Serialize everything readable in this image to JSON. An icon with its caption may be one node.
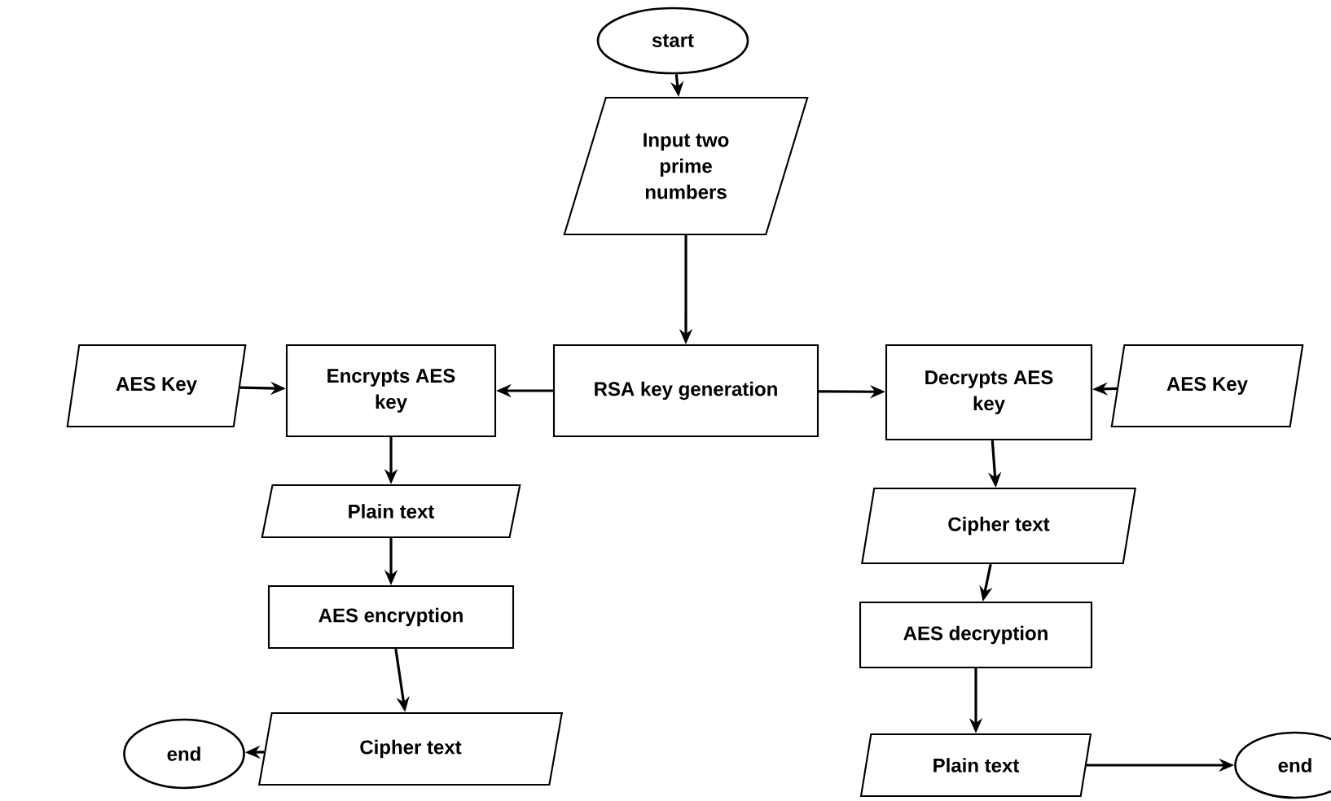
{
  "diagram": {
    "nodes": [
      {
        "text": [
          "start"
        ]
      },
      {
        "text": [
          "Input two prime numbers"
        ]
      },
      {
        "text": [
          "AES Key"
        ]
      },
      {
        "text": [
          "Encrypts AES key"
        ]
      },
      {
        "text": [
          "RSA key generation"
        ]
      },
      {
        "text": [
          "Decrypts AES key"
        ]
      },
      {
        "text": [
          "AES Key"
        ]
      },
      {
        "text": [
          "Plain text"
        ]
      },
      {
        "text": [
          "AES encryption"
        ]
      },
      {
        "text": [
          "Cipher text"
        ]
      },
      {
        "text": [
          "end"
        ]
      },
      {
        "text": [
          "Cipher text"
        ]
      },
      {
        "text": [
          "AES decryption"
        ]
      },
      {
        "text": [
          "Plain text"
        ]
      },
      {
        "text": [
          "end"
        ]
      }
    ],
    "edges": [
      {
        "from": 0,
        "to": 1,
        "arrow": "to"
      },
      {
        "from": 1,
        "to": 4,
        "arrow": "to"
      },
      {
        "from": 4,
        "to": 3,
        "arrow": "to"
      },
      {
        "from": 4,
        "to": 5,
        "arrow": "to"
      },
      {
        "from": 2,
        "to": 3,
        "arrow": "to"
      },
      {
        "from": 6,
        "to": 5,
        "arrow": "to"
      },
      {
        "from": 3,
        "to": 7,
        "arrow": "to"
      },
      {
        "from": 7,
        "to": 8,
        "arrow": "to"
      },
      {
        "from": 8,
        "to": 9,
        "arrow": "to"
      },
      {
        "from": 9,
        "to": 10,
        "arrow": "to"
      },
      {
        "from": 5,
        "to": 11,
        "arrow": "to"
      },
      {
        "from": 11,
        "to": 12,
        "arrow": "to"
      },
      {
        "from": 12,
        "to": 13,
        "arrow": "to"
      },
      {
        "from": 13,
        "to": 14,
        "arrow": "to"
      }
    ]
  }
}
